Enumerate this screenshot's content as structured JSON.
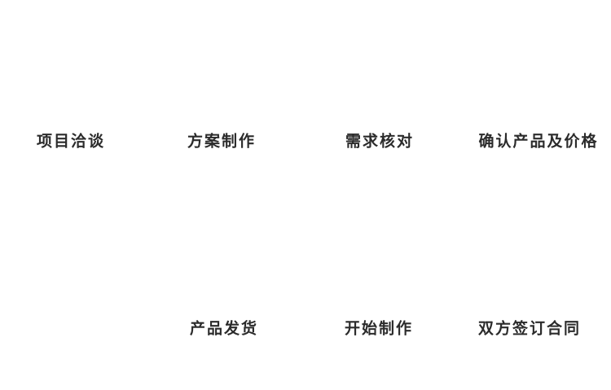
{
  "diagram": {
    "title": "",
    "kind": "process-flow",
    "background_color": "#ffffff",
    "text_color": "#2b2b2b",
    "steps": [
      {
        "order": 1,
        "label": "项目洽谈"
      },
      {
        "order": 2,
        "label": "方案制作"
      },
      {
        "order": 3,
        "label": "需求核对"
      },
      {
        "order": 4,
        "label": "确认产品及价格"
      },
      {
        "order": 5,
        "label": "双方签订合同"
      },
      {
        "order": 6,
        "label": "开始制作"
      },
      {
        "order": 7,
        "label": "产品发货"
      }
    ]
  }
}
